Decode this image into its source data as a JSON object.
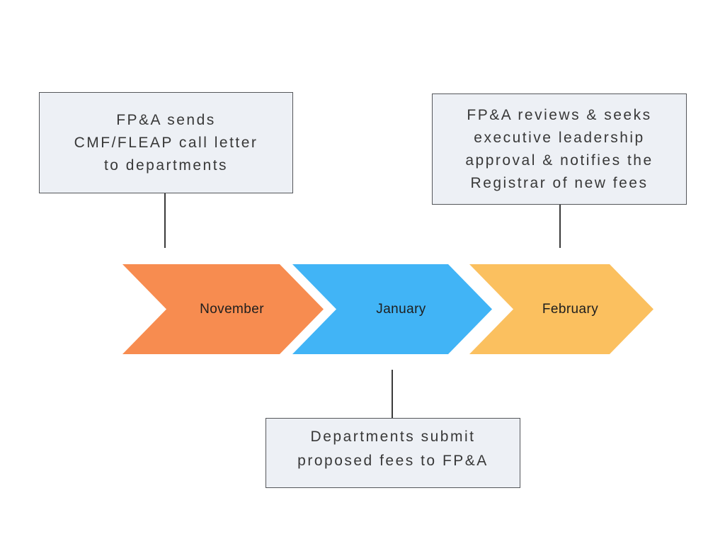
{
  "diagram": {
    "background_color": "#ffffff",
    "boxes": {
      "top_left": {
        "lines": [
          "FP&A sends",
          "CMF/FLEAP call letter",
          "to departments"
        ]
      },
      "top_right": {
        "lines": [
          "FP&A reviews & seeks",
          "executive leadership",
          "approval & notifies the",
          "Registrar of new fees"
        ]
      },
      "bottom": {
        "lines": [
          "Departments submit",
          "proposed fees to FP&A"
        ]
      }
    },
    "timeline": {
      "steps": [
        {
          "label": "November",
          "color": "#f78c50"
        },
        {
          "label": "January",
          "color": "#41b4f6"
        },
        {
          "label": "February",
          "color": "#fbc05f"
        }
      ]
    },
    "colors": {
      "box_fill": "#edf0f5",
      "box_border": "#54565a",
      "connector": "#3b3b3b",
      "box_text": "#383838",
      "month_text": "#1e1e1e"
    }
  }
}
